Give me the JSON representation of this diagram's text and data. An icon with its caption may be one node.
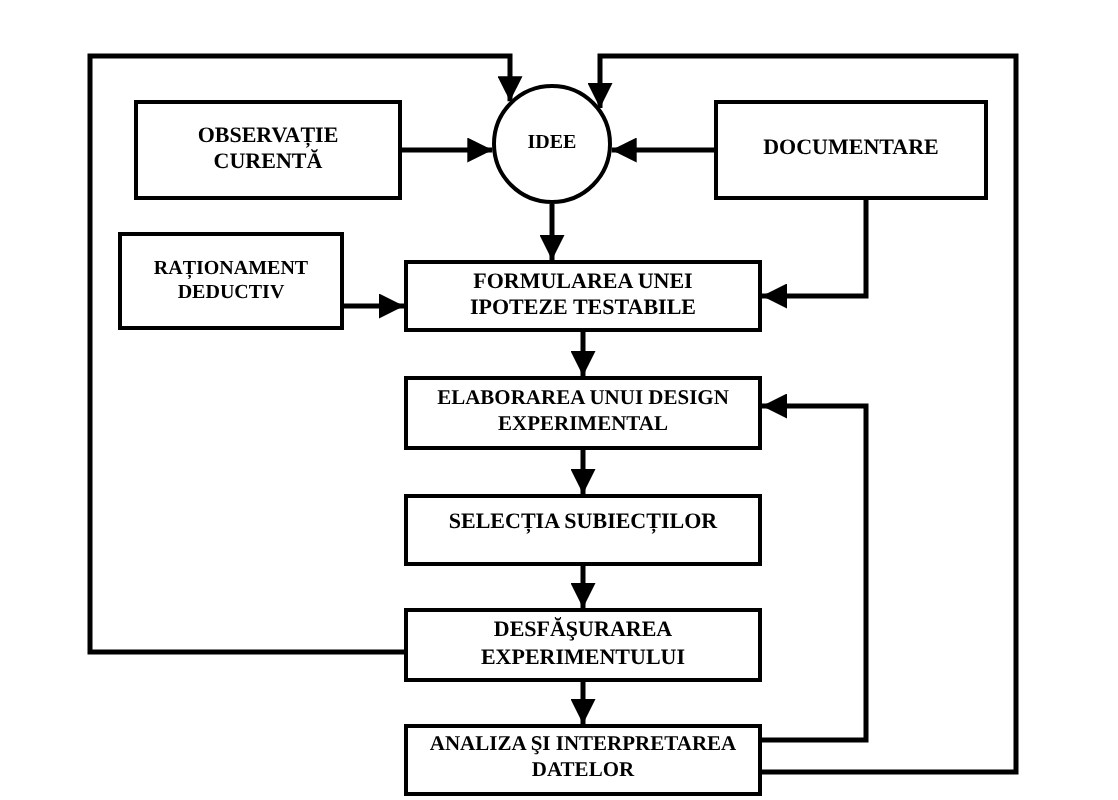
{
  "diagram": {
    "nodes": [
      {
        "text": [
          "OBSERVAȚIE CURENTĂ"
        ]
      },
      {
        "text": [
          "IDEE"
        ]
      },
      {
        "text": [
          "DOCUMENTARE"
        ]
      },
      {
        "text": [
          "RAȚIONAMENT DEDUCTIV"
        ]
      },
      {
        "text": [
          "FORMULAREA UNEI IPOTEZE TESTABILE"
        ]
      },
      {
        "text": [
          "ELABORAREA UNUI DESIGN EXPERIMENTAL"
        ]
      },
      {
        "text": [
          "SELECȚIA SUBIECȚILOR"
        ]
      },
      {
        "text": [
          "DESFĂŞURAREA EXPERIMENTULUI"
        ]
      },
      {
        "text": [
          "ANALIZA ŞI INTERPRETAREA DATELOR"
        ]
      }
    ],
    "edges": [
      {
        "from": 0,
        "to": 1,
        "arrow": "to"
      },
      {
        "from": 2,
        "to": 1,
        "arrow": "to"
      },
      {
        "from": 1,
        "to": 4,
        "arrow": "to"
      },
      {
        "from": 3,
        "to": 4,
        "arrow": "to"
      },
      {
        "from": 2,
        "to": 4,
        "arrow": "to"
      },
      {
        "from": 4,
        "to": 5,
        "arrow": "to"
      },
      {
        "from": 5,
        "to": 6,
        "arrow": "to"
      },
      {
        "from": 6,
        "to": 7,
        "arrow": "to"
      },
      {
        "from": 7,
        "to": 8,
        "arrow": "to"
      },
      {
        "from": 8,
        "to": 5,
        "arrow": "to"
      },
      {
        "from": 8,
        "to": 1,
        "arrow": "to"
      },
      {
        "from": 7,
        "to": 1,
        "arrow": "to"
      }
    ]
  }
}
